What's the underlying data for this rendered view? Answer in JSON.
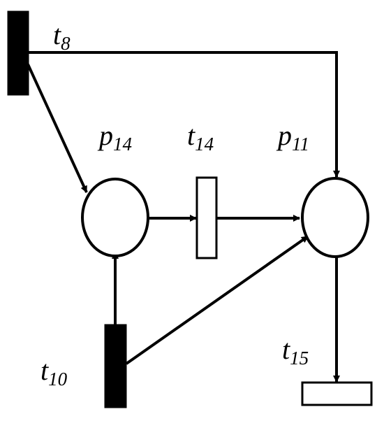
{
  "diagram": {
    "places": [
      {
        "id": "p14",
        "letter": "p",
        "index": "14"
      },
      {
        "id": "p11",
        "letter": "p",
        "index": "11"
      }
    ],
    "transitions": [
      {
        "id": "t8",
        "letter": "t",
        "index": "8",
        "fill": "solid"
      },
      {
        "id": "t14",
        "letter": "t",
        "index": "14",
        "fill": "hollow"
      },
      {
        "id": "t10",
        "letter": "t",
        "index": "10",
        "fill": "solid"
      },
      {
        "id": "t15",
        "letter": "t",
        "index": "15",
        "fill": "hollow"
      }
    ],
    "arcs": [
      {
        "from": "t8",
        "to": "p14"
      },
      {
        "from": "t8",
        "to": "p11"
      },
      {
        "from": "p14",
        "to": "t14"
      },
      {
        "from": "t14",
        "to": "p11"
      },
      {
        "from": "t10",
        "to": "p14"
      },
      {
        "from": "t10",
        "to": "p11"
      },
      {
        "from": "p11",
        "to": "t15"
      }
    ],
    "colors": {
      "stroke": "#000000",
      "solid": "#000000",
      "hollow": "#ffffff"
    }
  }
}
